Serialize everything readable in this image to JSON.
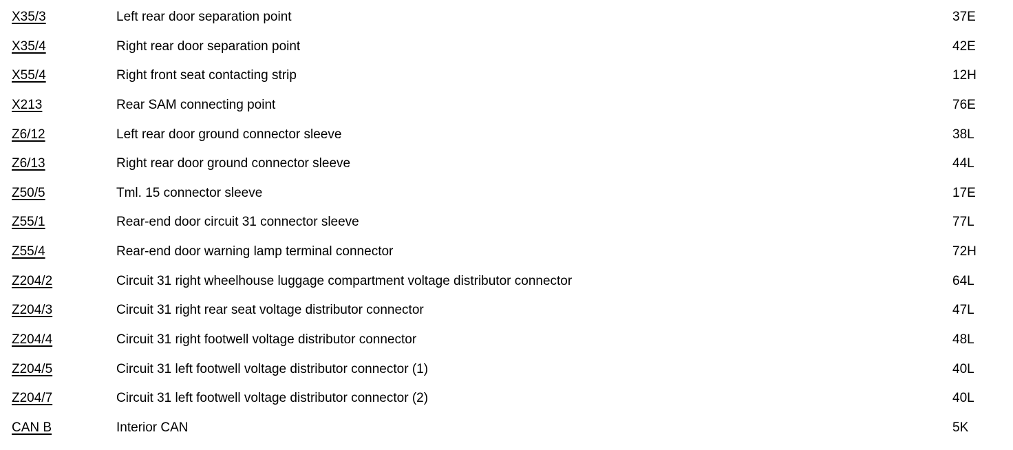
{
  "page": {
    "background_color": "#ffffff",
    "text_color": "#000000"
  },
  "legend": {
    "rows": [
      {
        "code": "X35/3",
        "description": "Left rear door separation point",
        "location": "37E"
      },
      {
        "code": "X35/4",
        "description": "Right rear door separation point",
        "location": "42E"
      },
      {
        "code": "X55/4",
        "description": "Right front seat contacting strip",
        "location": "12H"
      },
      {
        "code": "X213",
        "description": "Rear SAM connecting point",
        "location": "76E"
      },
      {
        "code": "Z6/12",
        "description": "Left rear door ground connector sleeve",
        "location": "38L"
      },
      {
        "code": "Z6/13",
        "description": "Right rear door ground connector sleeve",
        "location": "44L"
      },
      {
        "code": "Z50/5",
        "description": "Tml. 15 connector sleeve",
        "location": "17E"
      },
      {
        "code": "Z55/1",
        "description": "Rear-end door circuit 31 connector sleeve",
        "location": "77L"
      },
      {
        "code": "Z55/4",
        "description": "Rear-end door warning lamp terminal connector",
        "location": "72H"
      },
      {
        "code": "Z204/2",
        "description": "Circuit 31 right wheelhouse luggage compartment voltage distributor connector",
        "location": "64L"
      },
      {
        "code": "Z204/3",
        "description": "Circuit 31 right rear seat voltage distributor connector",
        "location": "47L"
      },
      {
        "code": "Z204/4",
        "description": "Circuit 31 right footwell voltage distributor connector",
        "location": "48L"
      },
      {
        "code": "Z204/5",
        "description": "Circuit 31 left footwell voltage distributor connector (1)",
        "location": "40L"
      },
      {
        "code": "Z204/7",
        "description": "Circuit 31 left footwell voltage distributor connector (2)",
        "location": "40L"
      },
      {
        "code": "CAN B",
        "description": "Interior CAN",
        "location": "5K"
      }
    ]
  }
}
